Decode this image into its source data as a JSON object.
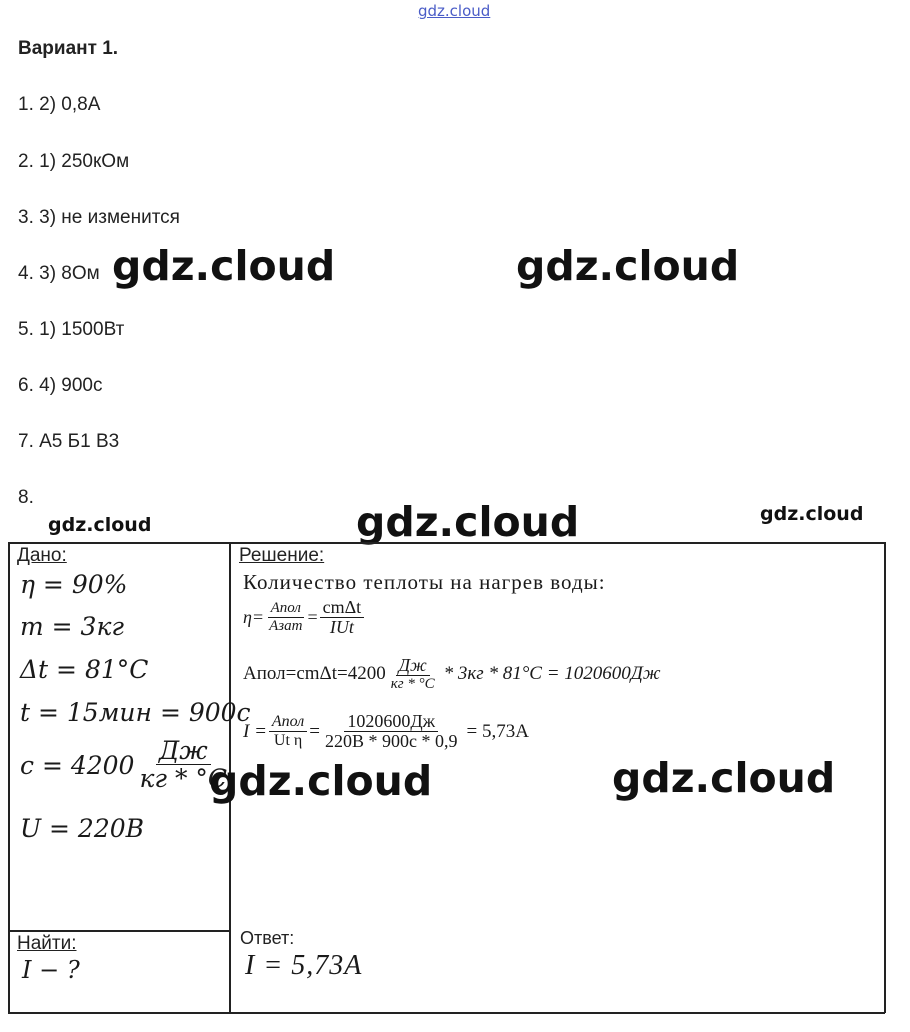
{
  "watermark": "gdz.cloud",
  "title": "Вариант 1.",
  "answers": [
    "1. 2) 0,8А",
    "2. 1) 250кОм",
    "3. 3) не изменится",
    "4. 3) 8Ом",
    "5. 1) 1500Вт",
    "6. 4) 900с",
    "7. А5 Б1 В3",
    "8."
  ],
  "given": {
    "label": "Дано:",
    "eta": "η = 90%",
    "mass": "m = 3кг",
    "dt": "Δt = 81°C",
    "time": "t = 15мин = 900с",
    "c_left": "c = 4200",
    "c_num": "Дж",
    "c_den": "кг * °C",
    "voltage": "U = 220B"
  },
  "find": {
    "label": "Найти:",
    "value": "I − ?"
  },
  "solution": {
    "label": "Решение:",
    "heading": "Количество теплоты на нагрев воды:",
    "eq1_lhs": "η=",
    "eq1_f1_num": "Aпол",
    "eq1_f1_den": "Aзат",
    "eq1_eq": "=",
    "eq1_f2_num": "cmΔt",
    "eq1_f2_den": "IUt",
    "eq2_lhs": "Aпол=cmΔt=4200",
    "eq2_f_num": "Дж",
    "eq2_f_den": "кг * °C",
    "eq2_rhs": "* 3кг * 81°C = 1020600Дж",
    "eq3_lhs": "I =",
    "eq3_f1_num": "Aпол",
    "eq3_f1_den": "Ut η",
    "eq3_eq": "=",
    "eq3_f2_num": "1020600Дж",
    "eq3_f2_den": "220B * 900c * 0,9",
    "eq3_rhs": "= 5,73A"
  },
  "answer": {
    "label": "Ответ:",
    "value": "I = 5,73A"
  }
}
